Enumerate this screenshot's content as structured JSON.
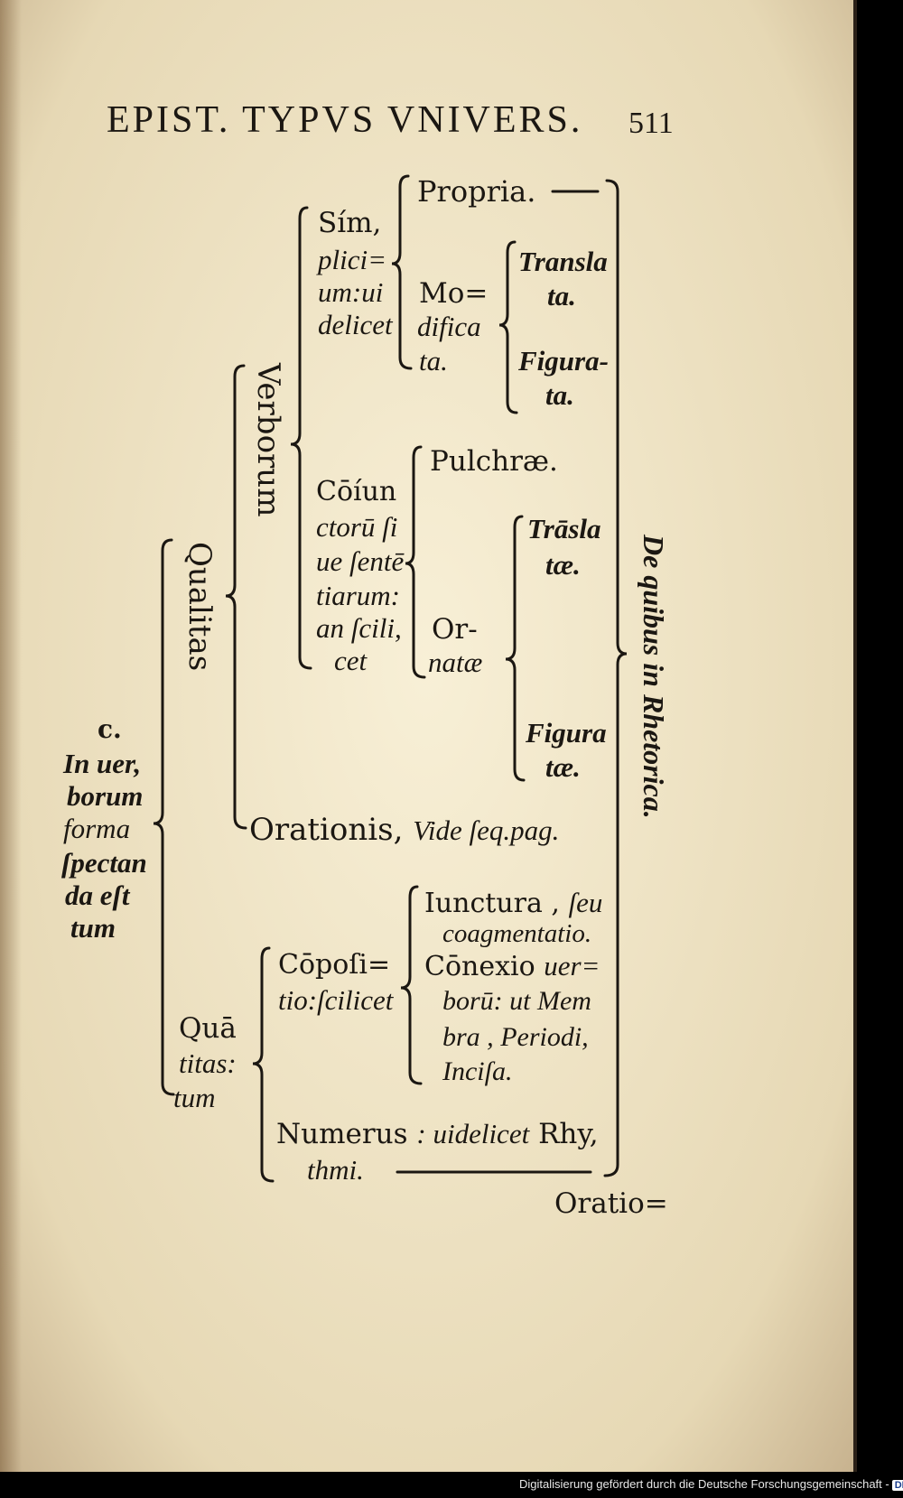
{
  "header": {
    "running_title": "EPIST. TYPVS VNIVERS.",
    "page_number": "511"
  },
  "chart": {
    "root": {
      "label": "c.",
      "lines": [
        "In uer,",
        "borum",
        "forma",
        "ſpectan",
        "da eſt",
        "tum"
      ]
    },
    "qualitas": "Qualitas",
    "verborum": "Verborum",
    "simplicium": [
      "Sím,",
      "plici=",
      "um:ui",
      "delicet"
    ],
    "propria": "Propria.",
    "modificata": [
      "Mo=",
      "difica",
      "ta."
    ],
    "translata": [
      "Transla",
      "ta."
    ],
    "figurata": [
      "Figura-",
      "ta."
    ],
    "coniunctorum": [
      "Cōíun",
      "ctorū ſi",
      "ue ſentē",
      "tiarum:",
      "an ſcili,",
      "cet"
    ],
    "pulchrae": "Pulchræ.",
    "ornatae": [
      "Or-",
      "natæ"
    ],
    "traslatae": [
      "Trāsla",
      "tæ."
    ],
    "figuratae": [
      "Figura",
      "tæ."
    ],
    "orationis": {
      "roman": "Orationis,",
      "italic": "Vide ſeq.pag."
    },
    "de_quibus": "De quibus in Rhetorica.",
    "quantitas": {
      "roman": "Quā",
      "lines": [
        "titas:",
        "tum"
      ]
    },
    "compositio": {
      "roman": "Cōpoſi=",
      "italic": "tio:ſcilicet"
    },
    "iunctura": {
      "roman": "Iunctura ,",
      "italic_1": "ſeu",
      "italic_2": "coagmentatio."
    },
    "conexio": {
      "roman": "Cōnexio",
      "italic_1": "uer=",
      "italic_2": "borū: ut Mem",
      "italic_3": "bra ,",
      "roman_2": "Periodi,",
      "italic_4": "Inciſa."
    },
    "numerus": {
      "roman": "Numerus",
      "italic": ": uidelicet",
      "roman_2": "Rhy,",
      "italic_2": "thmi."
    }
  },
  "catchword": "Oratio=",
  "footer": {
    "text": "Digitalisierung gefördert durch die Deutsche Forschungsgemeinschaft -",
    "logo": "DFG"
  }
}
